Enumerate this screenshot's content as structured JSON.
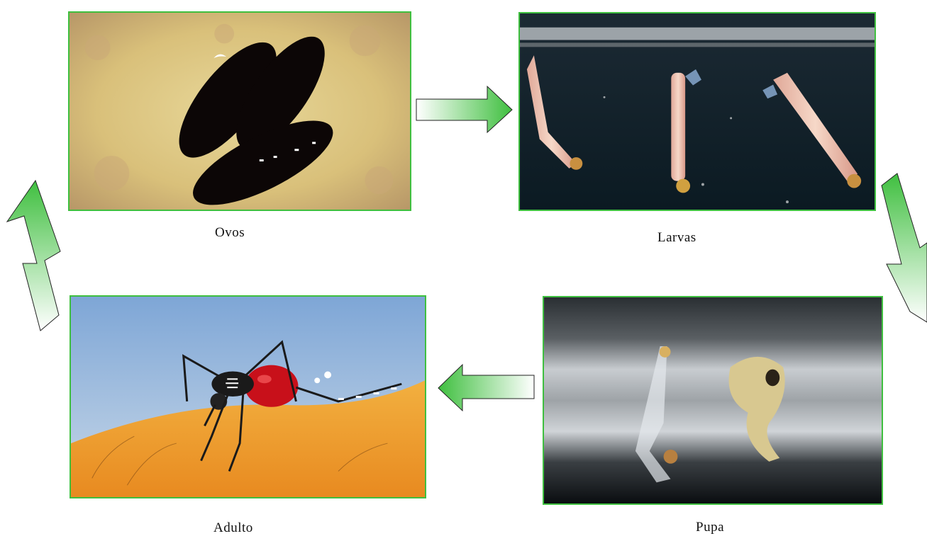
{
  "stages": {
    "eggs": {
      "label": "Ovos"
    },
    "larvae": {
      "label": "Larvas"
    },
    "pupa": {
      "label": "Pupa"
    },
    "adult": {
      "label": "Adulto"
    }
  },
  "colors": {
    "border": "#3fbf3f",
    "arrow_dark": "#3fbf3f",
    "arrow_light": "#ffffff",
    "arrow_stroke": "#222222"
  }
}
